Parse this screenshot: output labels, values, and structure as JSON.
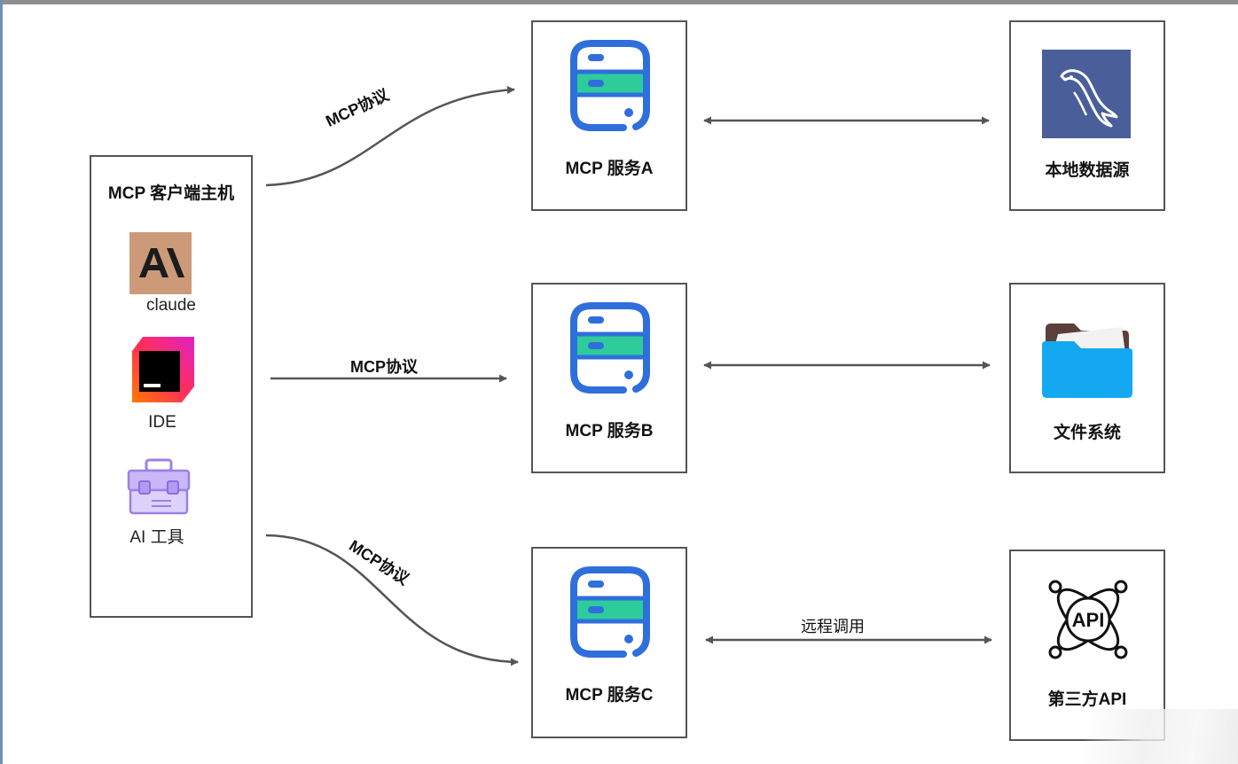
{
  "client": {
    "title": "MCP 客户端主机",
    "tools": [
      {
        "label": "claude",
        "icon": "anthropic-logo-icon"
      },
      {
        "label": "IDE",
        "icon": "ide-logo-icon"
      },
      {
        "label": "AI 工具",
        "icon": "toolbox-icon"
      }
    ]
  },
  "protocol_labels": [
    "MCP协议",
    "MCP协议",
    "MCP协议"
  ],
  "servers": [
    {
      "label": "MCP 服务A",
      "icon": "server-icon"
    },
    {
      "label": "MCP 服务B",
      "icon": "server-icon"
    },
    {
      "label": "MCP 服务C",
      "icon": "server-icon"
    }
  ],
  "resources": [
    {
      "label": "本地数据源",
      "icon": "mysql-dolphin-icon"
    },
    {
      "label": "文件系统",
      "icon": "folder-icon"
    },
    {
      "label": "第三方API",
      "icon": "api-icon"
    }
  ],
  "remote_call_label": "远程调用",
  "colors": {
    "server_blue": "#2f6fdc",
    "server_green": "#2ecc9a",
    "claude_bg": "#cc9a78",
    "mysql_bg": "#4a5e9a",
    "folder_blue": "#14a8f0",
    "toolbox_purple": "#9b80e6"
  }
}
